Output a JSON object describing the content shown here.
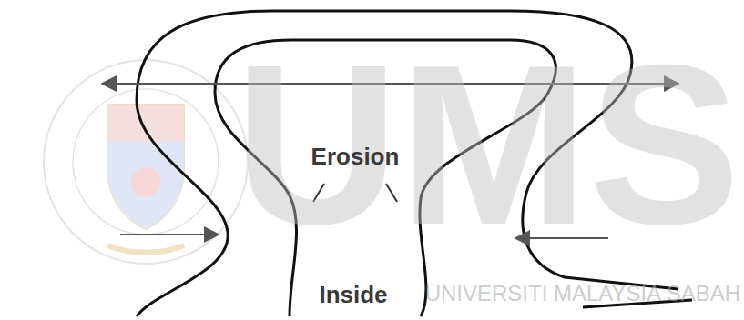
{
  "diagram": {
    "labels": [
      "UMS",
      "UNIVERSITI MALAYSIA SABAH",
      "Erosion",
      "Inside"
    ]
  }
}
